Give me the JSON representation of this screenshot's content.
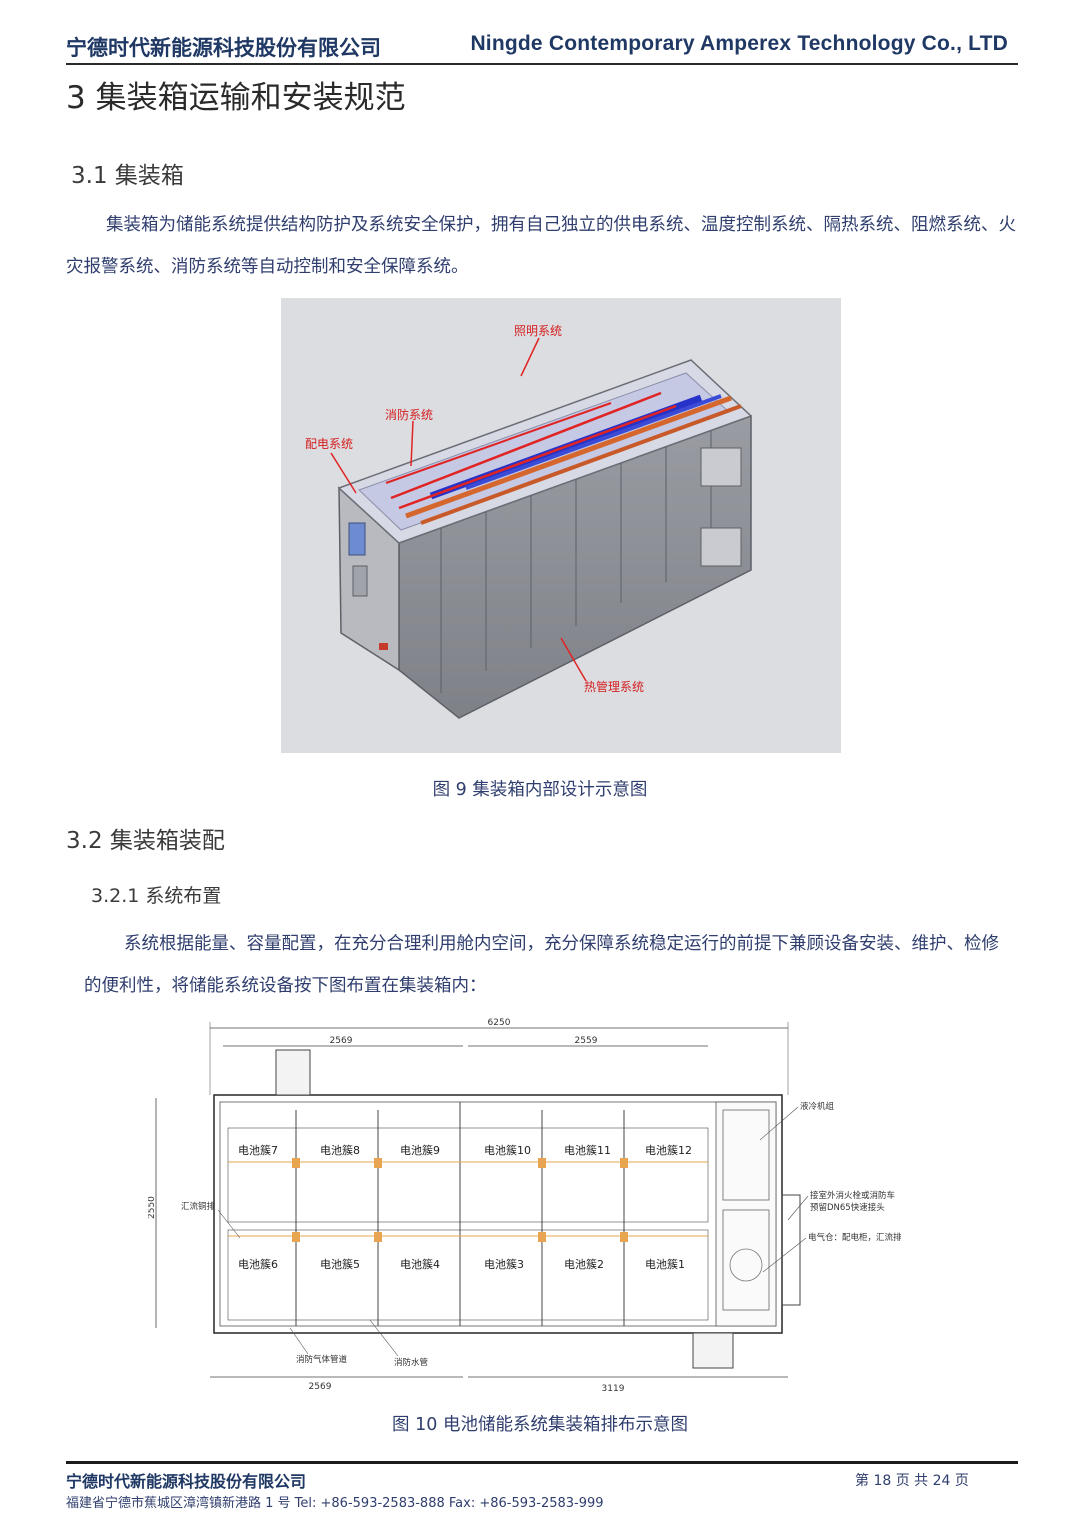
{
  "header": {
    "company_cn": "宁德时代新能源科技股份有限公司",
    "company_en": "Ningde Contemporary Amperex Technology Co., LTD"
  },
  "section3": {
    "title": "3  集装箱运输和安装规范"
  },
  "section3_1": {
    "title": "3.1  集装箱",
    "paragraph": "集装箱为储能系统提供结构防护及系统安全保护，拥有自己独立的供电系统、温度控制系统、隔热系统、阻燃系统、火灾报警系统、消防系统等自动控制和安全保障系统。"
  },
  "figure9": {
    "labels": {
      "lighting": "照明系统",
      "fire": "消防系统",
      "power": "配电系统",
      "thermal": "热管理系统"
    },
    "caption": "图 9  集装箱内部设计示意图"
  },
  "section3_2": {
    "title": "3.2    集装箱装配"
  },
  "section3_2_1": {
    "title": "3.2.1  系统布置",
    "paragraph": "系统根据能量、容量配置，在充分合理利用舱内空间，充分保障系统稳定运行的前提下兼顾设备安装、维护、检修的便利性，将储能系统设备按下图布置在集装箱内："
  },
  "figure10": {
    "dims": {
      "total": "6250",
      "top_left": "2569",
      "top_right": "2559",
      "bottom_left": "2569",
      "bottom_right": "3119",
      "height": "2550"
    },
    "clusters_top": [
      "电池簇7",
      "电池簇8",
      "电池簇9",
      "电池簇10",
      "电池簇11",
      "电池簇12"
    ],
    "clusters_bottom": [
      "电池簇6",
      "电池簇5",
      "电池簇4",
      "电池簇3",
      "电池簇2",
      "电池簇1"
    ],
    "labels": {
      "busbar": "汇流铜排",
      "liquid_cooling": "液冷机组",
      "hydrant_line1": "接室外消火栓或消防车",
      "hydrant_line2": "预留DN65快速接头",
      "electrical": "电气仓：配电柜，汇流排",
      "gas_pipe": "消防气体管道",
      "water_pipe": "消防水管"
    },
    "caption": "图 10  电池储能系统集装箱排布示意图"
  },
  "footer": {
    "company": "宁德时代新能源科技股份有限公司",
    "page": "第 18 页  共 24 页",
    "address": "福建省宁德市蕉城区漳湾镇新港路 1 号  Tel:  +86-593-2583-888  Fax:  +86-593-2583-999"
  }
}
